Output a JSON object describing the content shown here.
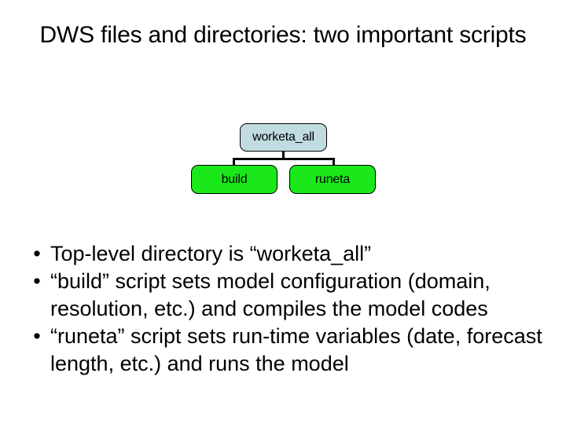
{
  "slide": {
    "title": "DWS files and directories: two important scripts",
    "background_color": "#ffffff",
    "text_color": "#000000"
  },
  "diagram": {
    "type": "tree",
    "root": {
      "label": "worketa_all",
      "fill_color": "#c0dce1",
      "border_color": "#000000"
    },
    "children": [
      {
        "label": "build",
        "fill_color": "#1ae81a",
        "border_color": "#000000"
      },
      {
        "label": "runeta",
        "fill_color": "#1ae81a",
        "border_color": "#000000"
      }
    ],
    "connector_color": "#000000"
  },
  "body": {
    "bullet_marker": "•",
    "bullets": [
      "Top-level directory is “worketa_all”",
      "“build” script sets model configuration (domain, resolution, etc.) and compiles the model codes",
      "“runeta” script sets run-time variables (date, forecast length, etc.) and runs the model"
    ]
  }
}
